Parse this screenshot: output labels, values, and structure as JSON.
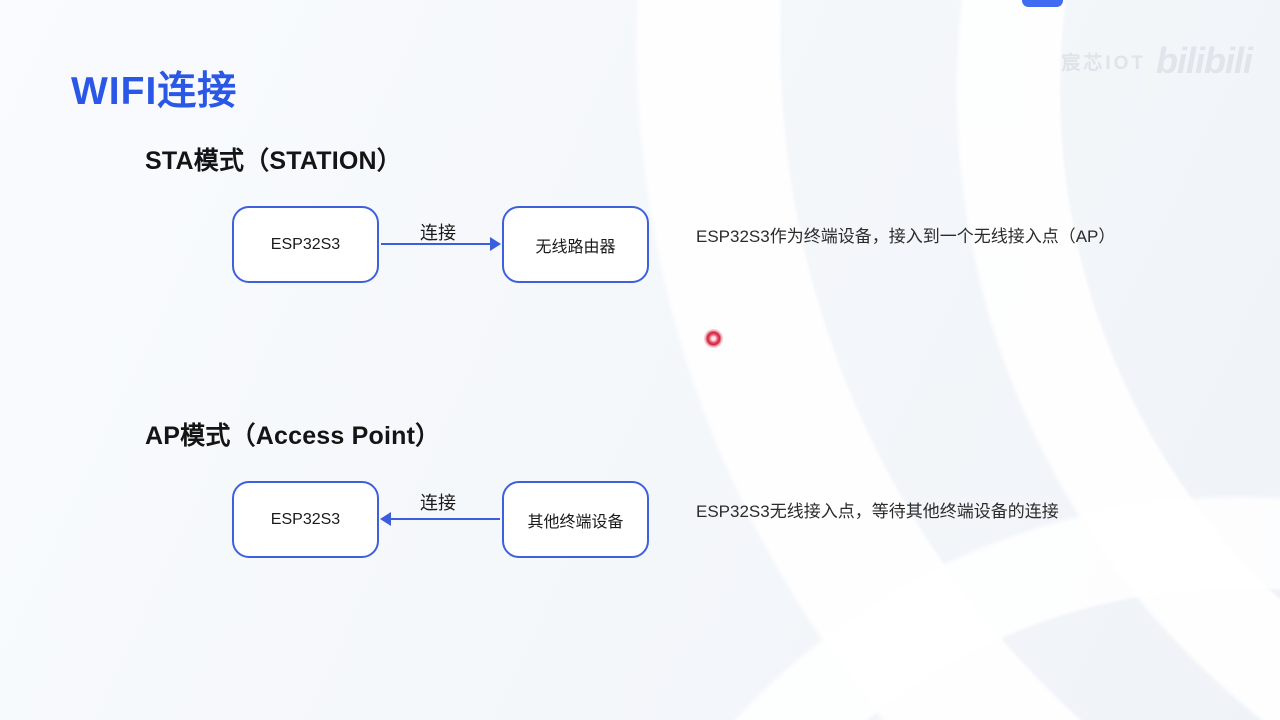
{
  "slide": {
    "title": "WIFI连接"
  },
  "watermark": {
    "channel": "宸芯IOT",
    "platform": "bilibili"
  },
  "sections": [
    {
      "heading": "STA模式（STATION）",
      "left_box": "ESP32S3",
      "right_box": "无线路由器",
      "arrow_label": "连接",
      "arrow_direction": "right",
      "description": "ESP32S3作为终端设备，接入到一个无线接入点（AP）"
    },
    {
      "heading": "AP模式（Access Point）",
      "left_box": "ESP32S3",
      "right_box": "其他终端设备",
      "arrow_label": "连接",
      "arrow_direction": "left",
      "description": "ESP32S3无线接入点，等待其他终端设备的连接"
    }
  ],
  "pointer": {
    "type": "laser-dot",
    "color": "#d2203f"
  },
  "colors": {
    "accent_blue": "#2b57e6",
    "box_border_blue": "#3e60de",
    "arrow_blue": "#3a5edd",
    "top_pill_blue": "#3f6cf0",
    "background": "#f6f9fc"
  }
}
